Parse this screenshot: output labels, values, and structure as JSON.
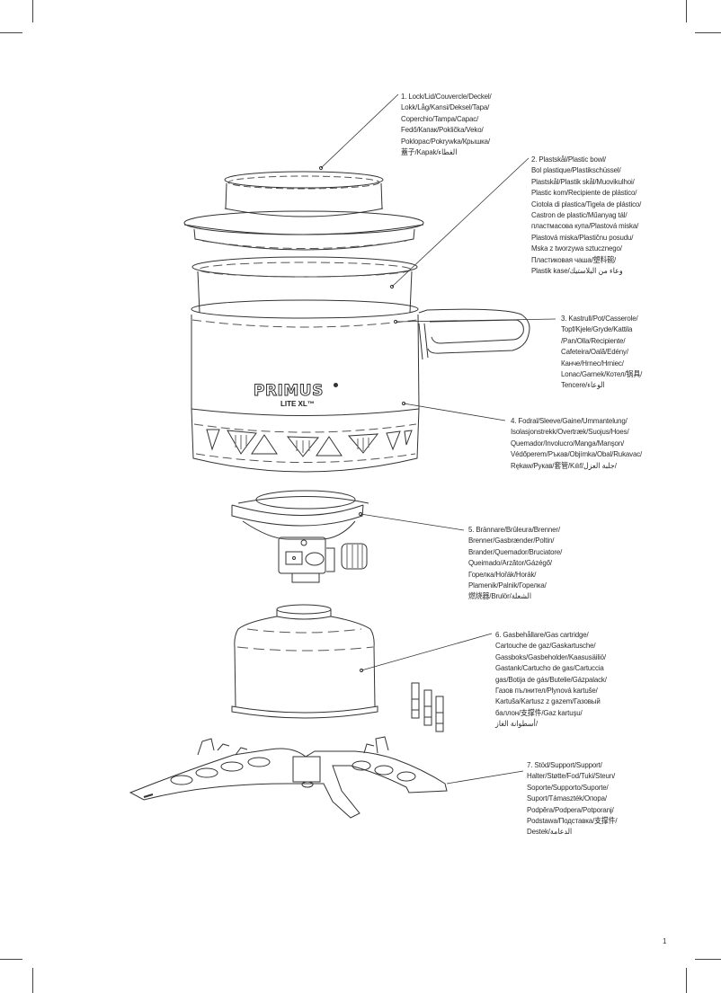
{
  "page": {
    "number": "1",
    "brand_logo": "PRIMUS",
    "product_name": "LITE XL™"
  },
  "icons": [
    "crop-mark",
    "leader-line"
  ],
  "parts": [
    {
      "id": 1,
      "lines": [
        "1. Lock/Lid/Couvercle/Deckel/",
        "Lokk/Låg/Kansi/Deksel/Tapa/",
        "Coperchio/Tampa/Capac/",
        "Fedő/Капак/Poklička/Veko/",
        "Poklopac/Pokrywka/Крышка/",
        "蓋子/Kapak/الغطاء"
      ]
    },
    {
      "id": 2,
      "lines": [
        "2. Plastskål/Plastic bowl/",
        "Bol plastique/Plastikschüssel/",
        "Plastskål/Plastik skål/Muovikulhoi/",
        "Plastic kom/Recipiente de plástico/",
        "Ciotola di plastica/Tigela de plástico/",
        "Castron de plastic/Műanyag tál/",
        "пластмасова купа/Plastová miska/",
        "Plastová miska/Plastičnu posudu/",
        "Mska z tworzywa sztucznego/",
        "Пластиковая чаша/塑料碗/",
        "Plastik kase/وعاء من البلاستيك"
      ]
    },
    {
      "id": 3,
      "lines": [
        "3. Kastrull/Pot/Casserole/",
        "Topf/Kjele/Gryde/Kattila",
        "/Pan/Olla/Recipiente/",
        "Cafeteira/Oală/Edény/",
        "Канче/Hrnec/Hrniec/",
        "Lonac/Garnek/Котел/锅具/",
        "Tencere/الوعاء"
      ]
    },
    {
      "id": 4,
      "lines": [
        "4. Fodral/Sleeve/Gaine/Ummantelung/",
        "Isolasjonstrekk/Overtræk/Suojus/Hoes/",
        "Quemador/Involucro/Manga/Manşon/",
        "Védőperem/Ръкав/Objímka/Obal/Rukavac/",
        "Rękaw/Рукав/套管/Kılıf/جلبة العزل/"
      ]
    },
    {
      "id": 5,
      "lines": [
        "5. Brännare/Brûleura/Brenner/",
        "Brenner/Gasbrænder/Poltin/",
        "Brander/Quemador/Bruciatore/",
        "Queimado/Arzător/Gázégő/",
        "Горелка/Hořák/Horák/",
        "Plamenik/Palnik/Горелка/",
        "燃烧器/Brulör/الشعلة"
      ]
    },
    {
      "id": 6,
      "lines": [
        "6. Gasbehållare/Gas cartridge/",
        "Cartouche de gaz/Gaskartusche/",
        "Gassboks/Gasbeholder/Kaasusäiliö/",
        "Gastank/Cartucho de gas/Cartuccia",
        "gas/Botija de gás/Butelie/Gázpalack/",
        "Газов пълнител/Plynová kartuše/",
        "Kartuša/Kartusz z gazem/Газовый",
        "баллон/支撑件/Gaz kartuşu/",
        "أسطوانة الغاز/"
      ]
    },
    {
      "id": 7,
      "lines": [
        "7. Stöd/Support/Support/",
        "Halter/Støtte/Fod/Tuki/Steun/",
        "Soporte/Supporto/Suporte/",
        "Suport/Támaszték/Опора/",
        "Podpěra/Podpera/Potporanj/",
        "Podstawa/Подставка/支撑件/",
        "Destek/الدعامة"
      ]
    }
  ]
}
